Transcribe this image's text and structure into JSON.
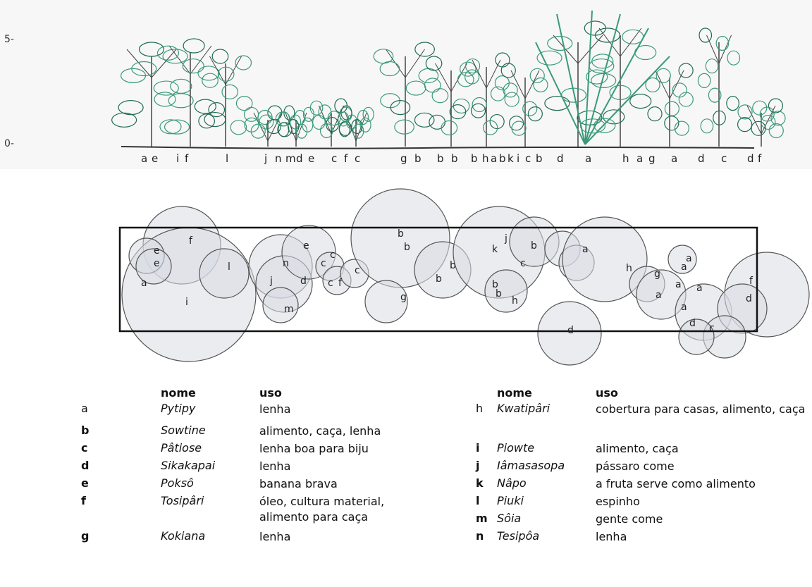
{
  "profile": {
    "scale_top": "5-",
    "scale_bottom": "0-",
    "labels": [
      "a",
      "e",
      "i",
      "f",
      "l",
      "j",
      "n",
      "m",
      "d",
      "e",
      "c",
      "f",
      "c",
      "g",
      "b",
      "b",
      "b",
      "b",
      "h",
      "a",
      "b",
      "k",
      "i",
      "c",
      "b",
      "d",
      "a",
      "h",
      "a",
      "g",
      "a",
      "d",
      "c",
      "d",
      "f"
    ]
  },
  "crown_labels": [
    "e",
    "e",
    "a",
    "f",
    "i",
    "l",
    "n",
    "e",
    "j",
    "d",
    "m",
    "c",
    "c",
    "c",
    "f",
    "c",
    "g",
    "b",
    "b",
    "b",
    "b",
    "j",
    "k",
    "b",
    "c",
    "b",
    "b",
    "a",
    "h",
    "d",
    "a",
    "h",
    "g",
    "a",
    "a",
    "a",
    "a",
    "a",
    "d",
    "c",
    "f",
    "d"
  ],
  "legend": {
    "col_name": "nome",
    "col_use": "uso",
    "left": [
      {
        "k": "a",
        "n": "Pytipy",
        "u": "lenha"
      },
      {
        "k": "b",
        "n": "Sowtine",
        "u": "alimento, caça, lenha"
      },
      {
        "k": "c",
        "n": "Pâtiose",
        "u": "lenha boa para biju"
      },
      {
        "k": "d",
        "n": "Sikakapai",
        "u": "lenha"
      },
      {
        "k": "e",
        "n": "Poksô",
        "u": "banana brava"
      },
      {
        "k": "f",
        "n": "Tosipâri",
        "u": "óleo, cultura material, alimento para caça"
      },
      {
        "k": "g",
        "n": "Kokiana",
        "u": "lenha"
      }
    ],
    "right": [
      {
        "k": "h",
        "n": "Kwatipâri",
        "u": "cobertura para casas, alimento, caça"
      },
      {
        "k": "i",
        "n": "Piowte",
        "u": "alimento, caça"
      },
      {
        "k": "j",
        "n": "Iâmasasopa",
        "u": "pássaro come"
      },
      {
        "k": "k",
        "n": "Nâpo",
        "u": "a fruta serve como alimento"
      },
      {
        "k": "l",
        "n": "Piuki",
        "u": "espinho"
      },
      {
        "k": "m",
        "n": "Sôia",
        "u": "gente come"
      },
      {
        "k": "n",
        "n": "Tesipôa",
        "u": "lenha"
      }
    ]
  },
  "colors": {
    "foliage": "#3a9a7a",
    "foliage_dark": "#1f6b4f",
    "trunk": "#444444",
    "crown_fill": "#d9dde3",
    "ink": "#222222"
  }
}
